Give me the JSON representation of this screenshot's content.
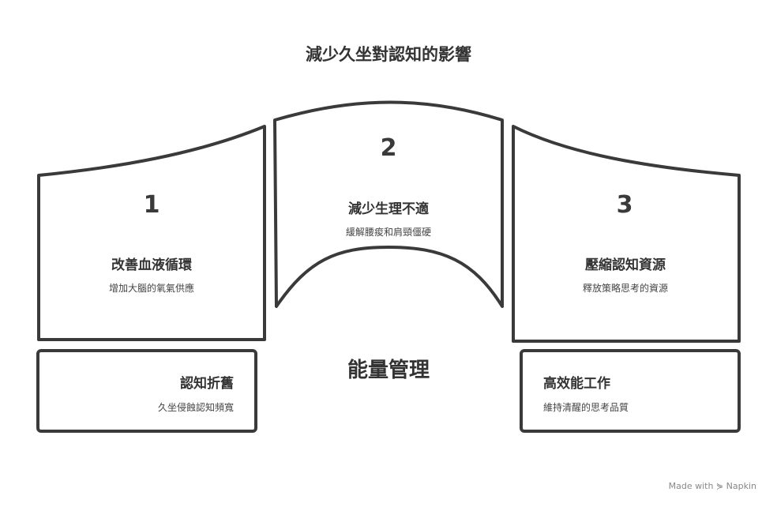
{
  "title": "減少久坐對認知的影響",
  "steps": [
    {
      "number": "1",
      "heading": "改善血液循環",
      "description": "增加大腦的氧氣供應"
    },
    {
      "number": "2",
      "heading": "減少生理不適",
      "description": "緩解腰痠和肩頸僵硬"
    },
    {
      "number": "3",
      "heading": "壓縮認知資源",
      "description": "釋放策略思考的資源"
    }
  ],
  "center_label": "能量管理",
  "outcomes": [
    {
      "heading": "認知折舊",
      "description": "久坐侵蝕認知頻寬"
    },
    {
      "heading": "高效能工作",
      "description": "維持清醒的思考品質"
    }
  ],
  "footer": "Made with ⋟ Napkin",
  "colors": {
    "stroke": "#3a3a3a",
    "text": "#333333"
  }
}
